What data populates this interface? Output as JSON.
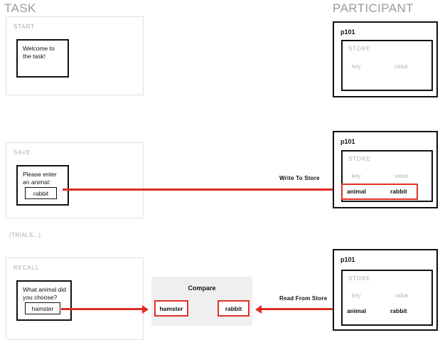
{
  "columns": {
    "task_heading": "TASK",
    "participant_heading": "PARTICIPANT"
  },
  "trials_note": "(TRIALS...)",
  "store": {
    "label": "STORE",
    "key_header": "key",
    "value_header": "value"
  },
  "stages": [
    {
      "panel_label": "START",
      "card_text": "Welcome to\nthe task!",
      "participant_id": "p101",
      "store_rows": [],
      "arrow_label": ""
    },
    {
      "panel_label": "SAVE",
      "card_text": "Please enter\nan animal:",
      "field_value": "rabbit",
      "participant_id": "p101",
      "store_rows": [
        {
          "key": "animal",
          "value": "rabbit",
          "highlighted": true
        }
      ],
      "arrow_label": "Write To Store",
      "arrow_direction": "right"
    },
    {
      "panel_label": "RECALL",
      "card_text": "What animal did\nyou choose?",
      "field_value": "hamster",
      "participant_id": "p101",
      "store_rows": [
        {
          "key": "animal",
          "value": "rabbit",
          "highlighted": false
        }
      ],
      "arrow_label": "Read From Store",
      "arrow_direction": "left"
    }
  ],
  "compare": {
    "title": "Compare",
    "left_value": "hamster",
    "right_value": "rabbit"
  },
  "colors": {
    "arrow_red": "#dd2c23",
    "highlight_red": "#e03127",
    "panel_border": "#e2e2e2",
    "muted_text": "#a8a8a8",
    "compare_bg": "#efefef"
  }
}
